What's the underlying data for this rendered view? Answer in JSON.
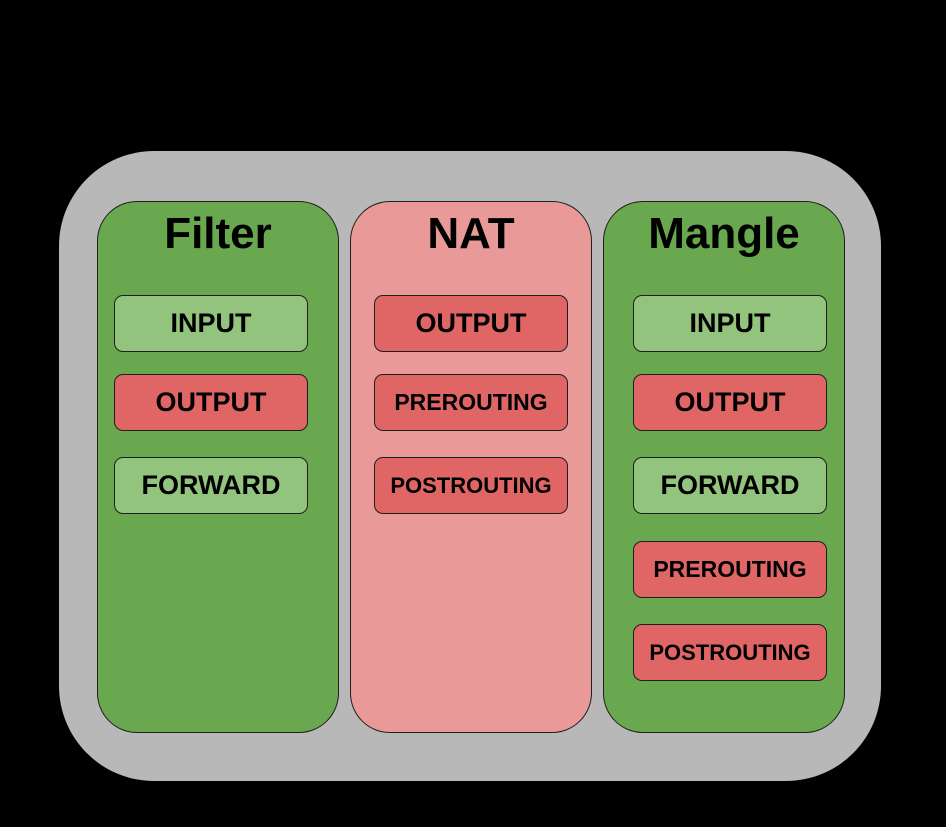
{
  "colors": {
    "background": "#000000",
    "outer_panel": "#b8b8b8",
    "table_green": "#6aa84f",
    "table_pink": "#ea9999",
    "chain_green": "#93c47d",
    "chain_red": "#e06666"
  },
  "tables": [
    {
      "name": "Filter",
      "color": "#6aa84f",
      "chains": [
        {
          "label": "INPUT",
          "color": "#93c47d"
        },
        {
          "label": "OUTPUT",
          "color": "#e06666"
        },
        {
          "label": "FORWARD",
          "color": "#93c47d"
        }
      ]
    },
    {
      "name": "NAT",
      "color": "#ea9999",
      "chains": [
        {
          "label": "OUTPUT",
          "color": "#e06666"
        },
        {
          "label": "PREROUTING",
          "color": "#e06666"
        },
        {
          "label": "POSTROUTING",
          "color": "#e06666"
        }
      ]
    },
    {
      "name": "Mangle",
      "color": "#6aa84f",
      "chains": [
        {
          "label": "INPUT",
          "color": "#93c47d"
        },
        {
          "label": "OUTPUT",
          "color": "#e06666"
        },
        {
          "label": "FORWARD",
          "color": "#93c47d"
        },
        {
          "label": "PREROUTING",
          "color": "#e06666"
        },
        {
          "label": "POSTROUTING",
          "color": "#e06666"
        }
      ]
    }
  ]
}
